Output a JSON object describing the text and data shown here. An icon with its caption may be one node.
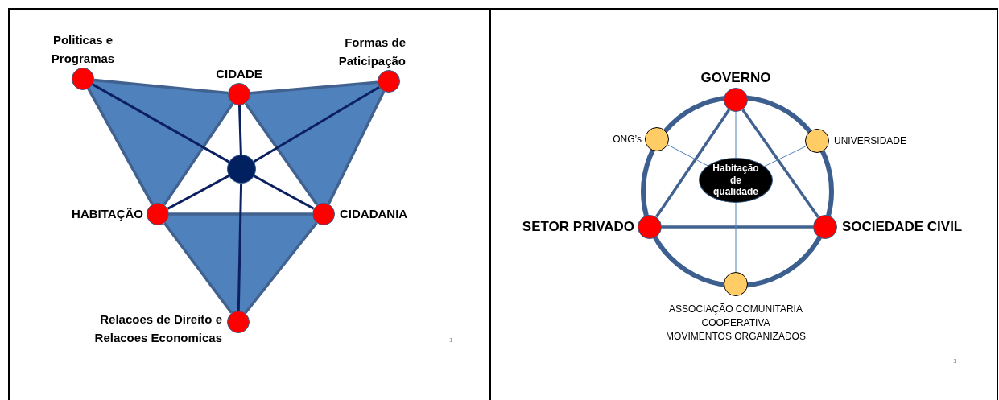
{
  "diagram": {
    "nodes": [
      {
        "text": [
          "Politicas e Programas"
        ]
      },
      {
        "text": [
          "CIDADE"
        ]
      },
      {
        "text": [
          "Formas de Paticipação"
        ]
      },
      {
        "text": [
          "HABITAÇÃO"
        ]
      },
      {
        "text": [
          "CIDADANIA"
        ]
      },
      {
        "text": [
          "Relacoes de Direito e Relacoes Economicas"
        ]
      },
      {
        "text": [],
        "shape": "circle"
      },
      {
        "text": [
          "GOVERNO"
        ]
      },
      {
        "text": [
          "ONG’s"
        ]
      },
      {
        "text": [
          "UNIVERSIDADE"
        ]
      },
      {
        "text": [
          "SETOR PRIVADO"
        ]
      },
      {
        "text": [
          "Habitação de qualidade"
        ]
      },
      {
        "text": [
          "SOCIEDADE CIVIL"
        ]
      },
      {
        "text": [
          "ASSOCIAÇÃO COMUNITARIA",
          "COOPERATIVA",
          "MOVIMENTOS ORGANIZADOS"
        ]
      }
    ],
    "edges": [
      {
        "from": 0,
        "to": 1,
        "arrow": "none"
      },
      {
        "from": 1,
        "to": 3,
        "arrow": "none"
      },
      {
        "from": 0,
        "to": 3,
        "arrow": "none"
      },
      {
        "from": 1,
        "to": 2,
        "arrow": "none"
      },
      {
        "from": 2,
        "to": 4,
        "arrow": "none"
      },
      {
        "from": 1,
        "to": 4,
        "arrow": "none"
      },
      {
        "from": 3,
        "to": 4,
        "arrow": "none"
      },
      {
        "from": 3,
        "to": 5,
        "arrow": "none"
      },
      {
        "from": 4,
        "to": 5,
        "arrow": "none"
      },
      {
        "from": 0,
        "to": 6,
        "arrow": "none",
        "color": "#0c2060"
      },
      {
        "from": 1,
        "to": 6,
        "arrow": "none",
        "color": "#0c2060"
      },
      {
        "from": 2,
        "to": 6,
        "arrow": "none",
        "color": "#0c2060"
      },
      {
        "from": 3,
        "to": 6,
        "arrow": "none",
        "color": "#0c2060"
      },
      {
        "from": 4,
        "to": 6,
        "arrow": "none",
        "color": "#0c2060"
      },
      {
        "from": 5,
        "to": 6,
        "arrow": "none",
        "color": "#0c2060"
      },
      {
        "from": 7,
        "to": 10,
        "arrow": "none"
      },
      {
        "from": 7,
        "to": 12,
        "arrow": "none"
      },
      {
        "from": 10,
        "to": 12,
        "arrow": "none"
      },
      {
        "from": 7,
        "to": 11,
        "arrow": "none",
        "color": "#4f81bd"
      },
      {
        "from": 8,
        "to": 11,
        "arrow": "none",
        "color": "#4f81bd"
      },
      {
        "from": 9,
        "to": 11,
        "arrow": "none",
        "color": "#4f81bd"
      },
      {
        "from": 13,
        "to": 11,
        "arrow": "none",
        "color": "#4f81bd"
      }
    ],
    "labels": [
      "1",
      "1"
    ]
  }
}
